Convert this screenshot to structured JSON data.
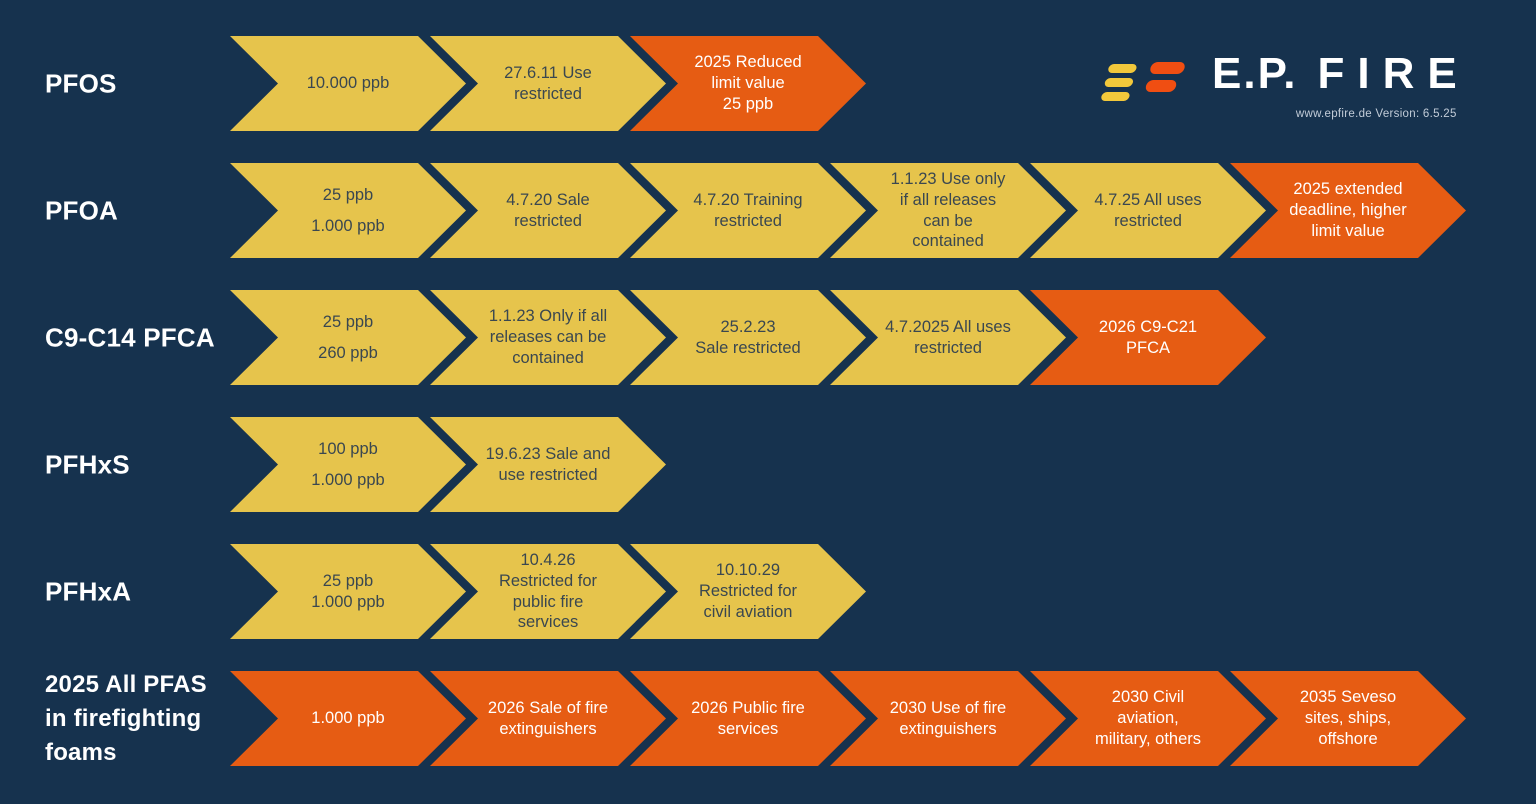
{
  "colors": {
    "background": "#16324E",
    "yellow": "#E6C44C",
    "orange": "#E65C13",
    "chevron_text_dark": "#3A4750",
    "chevron_text_light": "#FFFFFF",
    "label_text": "#FFFFFF",
    "version_text": "#C2CCD8",
    "logo_yellow": "#F2C83B",
    "logo_orange": "#F04E12"
  },
  "logo": {
    "title_left": "E.P.",
    "title_right": "FIRE",
    "version": "www.epfire.de Version: 6.5.25"
  },
  "rows": [
    {
      "id": "pfos",
      "label": "PFOS",
      "steps": [
        {
          "lines": [
            "10.000 ppb"
          ],
          "color": "yellow"
        },
        {
          "lines": [
            "27.6.11 Use",
            "restricted"
          ],
          "color": "yellow"
        },
        {
          "lines": [
            "2025 Reduced",
            "limit value",
            "25 ppb"
          ],
          "color": "orange"
        }
      ]
    },
    {
      "id": "pfoa",
      "label": "PFOA",
      "steps": [
        {
          "lines": [
            "25 ppb",
            "1.000 ppb"
          ],
          "color": "yellow",
          "spaced": true
        },
        {
          "lines": [
            "4.7.20 Sale",
            "restricted"
          ],
          "color": "yellow"
        },
        {
          "lines": [
            "4.7.20 Training",
            "restricted"
          ],
          "color": "yellow"
        },
        {
          "lines": [
            "1.1.23 Use only",
            "if all releases",
            "can be",
            "contained"
          ],
          "color": "yellow"
        },
        {
          "lines": [
            "4.7.25 All uses",
            "restricted"
          ],
          "color": "yellow"
        },
        {
          "lines": [
            "2025 extended",
            "deadline, higher",
            "limit value"
          ],
          "color": "orange"
        }
      ]
    },
    {
      "id": "c9-c14-pfca",
      "label": "C9-C14 PFCA",
      "steps": [
        {
          "lines": [
            "25 ppb",
            "260 ppb"
          ],
          "color": "yellow",
          "spaced": true
        },
        {
          "lines": [
            "1.1.23 Only if all",
            "releases can be",
            "contained"
          ],
          "color": "yellow"
        },
        {
          "lines": [
            "25.2.23",
            "Sale restricted"
          ],
          "color": "yellow"
        },
        {
          "lines": [
            "4.7.2025 All uses",
            "restricted"
          ],
          "color": "yellow"
        },
        {
          "lines": [
            "2026 C9-C21",
            "PFCA"
          ],
          "color": "orange"
        }
      ]
    },
    {
      "id": "pfhxs",
      "label": "PFHxS",
      "steps": [
        {
          "lines": [
            "100 ppb",
            "1.000 ppb"
          ],
          "color": "yellow",
          "spaced": true
        },
        {
          "lines": [
            "19.6.23 Sale and",
            "use restricted"
          ],
          "color": "yellow"
        }
      ]
    },
    {
      "id": "pfhxa",
      "label": "PFHxA",
      "steps": [
        {
          "lines": [
            "25 ppb",
            "1.000 ppb"
          ],
          "color": "yellow"
        },
        {
          "lines": [
            "10.4.26",
            "Restricted for",
            "public fire",
            "services"
          ],
          "color": "yellow"
        },
        {
          "lines": [
            "10.10.29",
            "Restricted for",
            "civil aviation"
          ],
          "color": "yellow"
        }
      ]
    },
    {
      "id": "pfas-foams",
      "label": "2025 All PFAS in firefighting foams",
      "steps": [
        {
          "lines": [
            "1.000 ppb"
          ],
          "color": "orange"
        },
        {
          "lines": [
            "2026 Sale of fire",
            "extinguishers"
          ],
          "color": "orange"
        },
        {
          "lines": [
            "2026 Public fire",
            "services"
          ],
          "color": "orange"
        },
        {
          "lines": [
            "2030 Use of fire",
            "extinguishers"
          ],
          "color": "orange"
        },
        {
          "lines": [
            "2030 Civil",
            "aviation,",
            "military, others"
          ],
          "color": "orange"
        },
        {
          "lines": [
            "2035 Seveso",
            "sites, ships,",
            "offshore"
          ],
          "color": "orange"
        }
      ]
    }
  ]
}
